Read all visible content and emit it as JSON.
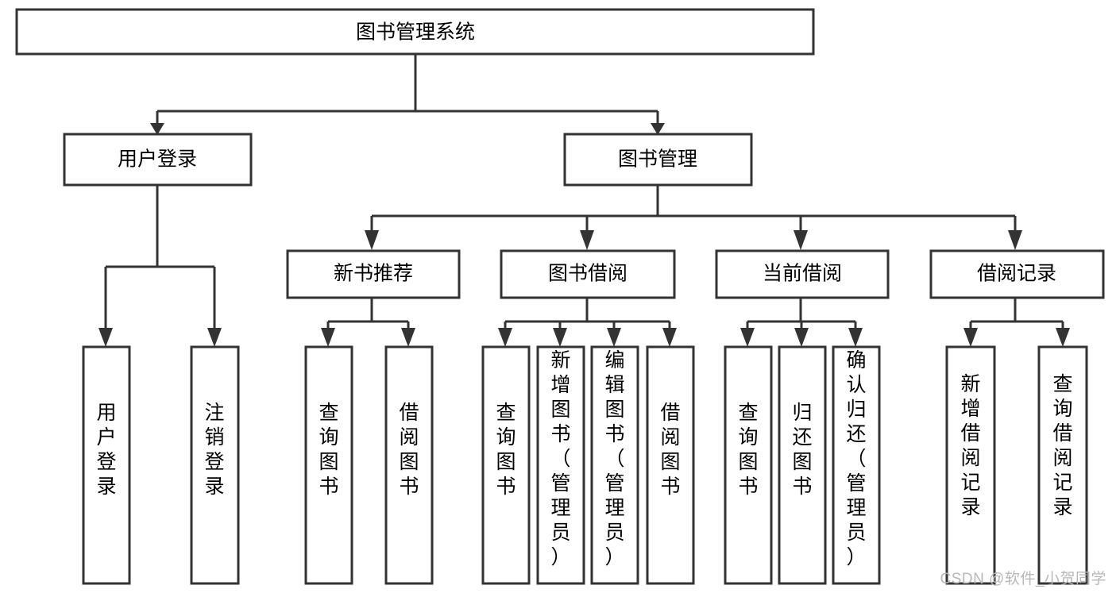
{
  "diagram": {
    "type": "tree-hierarchy",
    "title": "图书管理系统",
    "orientation": "top-down",
    "colors": {
      "box_stroke": "#333333",
      "box_fill": "#ffffff",
      "connector": "#333333",
      "text": "#000000",
      "watermark": "#b8b8b8"
    },
    "levels": [
      {
        "level": 1,
        "nodes": [
          {
            "id": "root",
            "label": "图书管理系统",
            "orientation": "horizontal"
          }
        ]
      },
      {
        "level": 2,
        "nodes": [
          {
            "id": "login",
            "label": "用户登录",
            "orientation": "horizontal",
            "parent": "root"
          },
          {
            "id": "bookmgmt",
            "label": "图书管理",
            "orientation": "horizontal",
            "parent": "root"
          }
        ]
      },
      {
        "level": 3,
        "nodes": [
          {
            "id": "newbook",
            "label": "新书推荐",
            "orientation": "horizontal",
            "parent": "bookmgmt"
          },
          {
            "id": "borrow",
            "label": "图书借阅",
            "orientation": "horizontal",
            "parent": "bookmgmt"
          },
          {
            "id": "current",
            "label": "当前借阅",
            "orientation": "horizontal",
            "parent": "bookmgmt"
          },
          {
            "id": "records",
            "label": "借阅记录",
            "orientation": "horizontal",
            "parent": "bookmgmt"
          }
        ]
      },
      {
        "level": 4,
        "nodes": [
          {
            "id": "leaf-login-1",
            "label": "用户登录",
            "orientation": "vertical",
            "parent": "login"
          },
          {
            "id": "leaf-login-2",
            "label": "注销登录",
            "orientation": "vertical",
            "parent": "login"
          },
          {
            "id": "leaf-newbook-1",
            "label": "查询图书",
            "orientation": "vertical",
            "parent": "newbook"
          },
          {
            "id": "leaf-newbook-2",
            "label": "借阅图书",
            "orientation": "vertical",
            "parent": "newbook"
          },
          {
            "id": "leaf-borrow-1",
            "label": "查询图书",
            "orientation": "vertical",
            "parent": "borrow"
          },
          {
            "id": "leaf-borrow-2",
            "label": "新增图书（管理员）",
            "orientation": "vertical",
            "parent": "borrow"
          },
          {
            "id": "leaf-borrow-3",
            "label": "编辑图书（管理员）",
            "orientation": "vertical",
            "parent": "borrow"
          },
          {
            "id": "leaf-borrow-4",
            "label": "借阅图书",
            "orientation": "vertical",
            "parent": "borrow"
          },
          {
            "id": "leaf-current-1",
            "label": "查询图书",
            "orientation": "vertical",
            "parent": "current"
          },
          {
            "id": "leaf-current-2",
            "label": "归还图书",
            "orientation": "vertical",
            "parent": "current"
          },
          {
            "id": "leaf-current-3",
            "label": "确认归还（管理员）",
            "orientation": "vertical",
            "parent": "current"
          },
          {
            "id": "leaf-records-1",
            "label": "新增借阅记录",
            "orientation": "vertical",
            "parent": "records"
          },
          {
            "id": "leaf-records-2",
            "label": "查询借阅记录",
            "orientation": "vertical",
            "parent": "records"
          }
        ]
      }
    ]
  },
  "watermark": {
    "text": "CSDN @软件_小贺同学"
  }
}
